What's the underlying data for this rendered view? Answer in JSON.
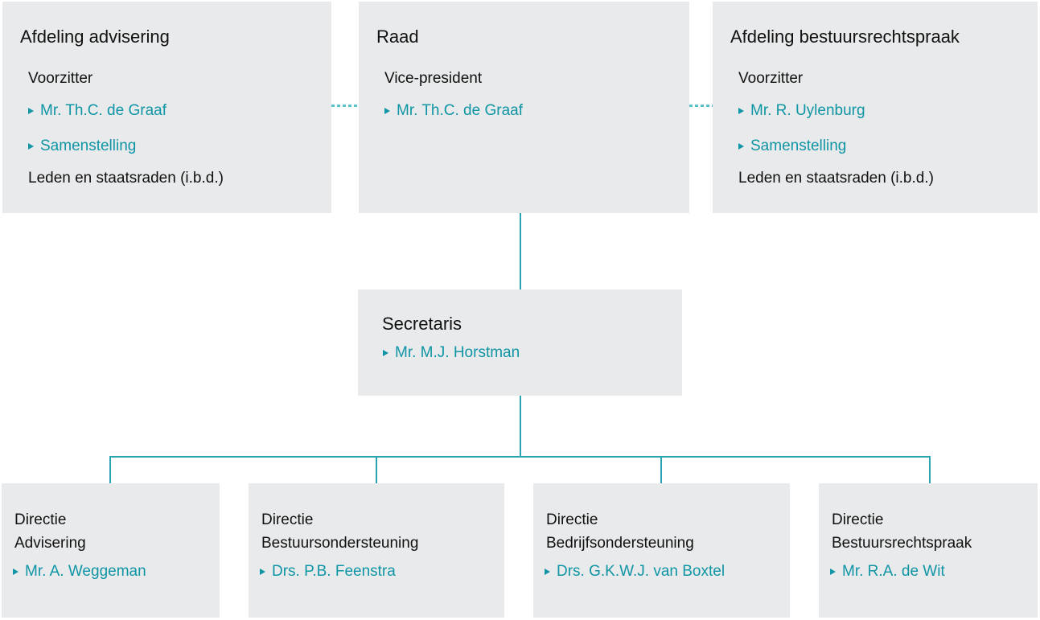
{
  "colors": {
    "box_bg": "#e9eaeb",
    "text": "#111111",
    "link": "#0f95a5",
    "line": "#2aa3b2",
    "dash": "#5cc0ca"
  },
  "icons": {
    "link_arrow": "triangle-right"
  },
  "boxes": {
    "advisering": {
      "title": "Afdeling advisering",
      "subtitle": "Voorzitter",
      "link1": "Mr. Th.C. de Graaf",
      "link2": "Samenstelling",
      "note": "Leden en staatsraden (i.b.d.)"
    },
    "raad": {
      "title": "Raad",
      "subtitle": "Vice-president",
      "link1": "Mr. Th.C. de Graaf"
    },
    "bestuursrechtspraak": {
      "title": "Afdeling bestuursrechtspraak",
      "subtitle": "Voorzitter",
      "link1": "Mr. R. Uylenburg",
      "link2": "Samenstelling",
      "note": "Leden en staatsraden (i.b.d.)"
    },
    "secretaris": {
      "title": "Secretaris",
      "link1": "Mr. M.J. Horstman"
    },
    "directies": [
      {
        "line1": "Directie",
        "line2": "Advisering",
        "link": "Mr. A. Weggeman"
      },
      {
        "line1": "Directie",
        "line2": "Bestuursondersteuning",
        "link": "Drs. P.B. Feenstra"
      },
      {
        "line1": "Directie",
        "line2": "Bedrijfsondersteuning",
        "link": "Drs. G.K.W.J. van Boxtel"
      },
      {
        "line1": "Directie",
        "line2": "Bestuursrechtspraak",
        "link": "Mr. R.A. de Wit"
      }
    ]
  }
}
